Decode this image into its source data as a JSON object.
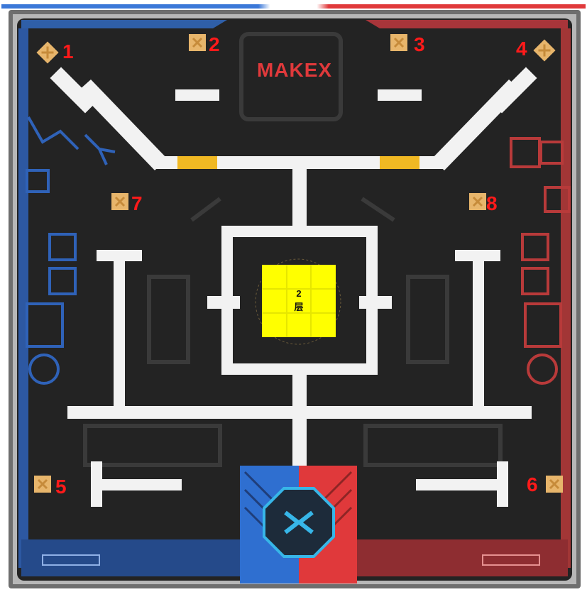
{
  "game": {
    "logo_text": "MAKEX",
    "center_block_label_line1": "2",
    "center_block_label_line2": "层",
    "zone_numbers": [
      "1",
      "2",
      "3",
      "4",
      "5",
      "6",
      "7",
      "8"
    ],
    "colors": {
      "blue_team": "#2f6fd0",
      "red_team": "#e0393b",
      "field_dark": "#232323",
      "line_white": "#f2f2f2",
      "line_yellow": "#f0b823",
      "block_yellow": "#ffff00",
      "marker_tan": "#e7b56b",
      "number_red": "#ff1a1a"
    }
  }
}
